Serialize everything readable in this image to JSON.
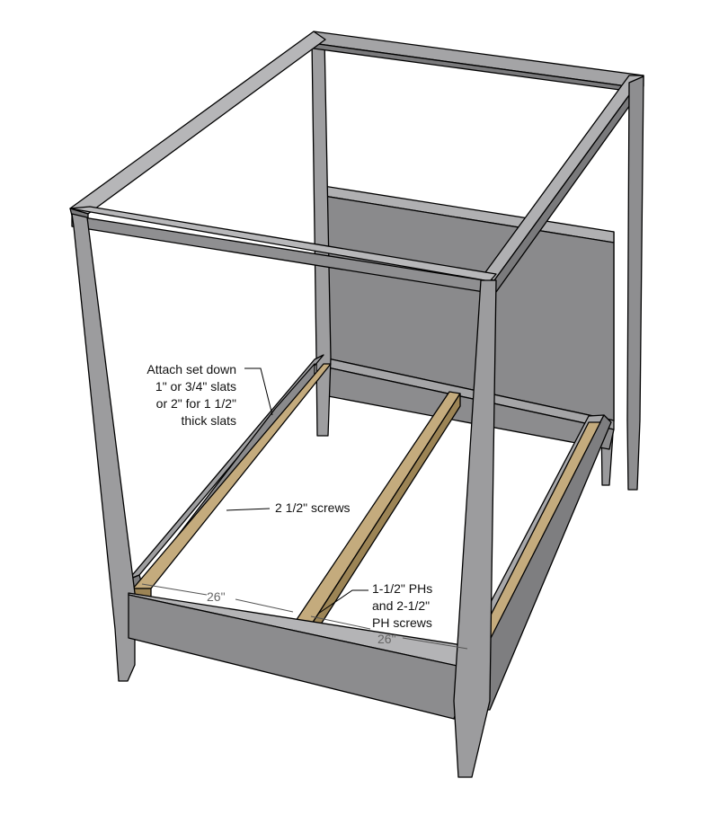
{
  "annotations": {
    "set_down": [
      "Attach set down",
      "1\" or 3/4\" slats",
      "or 2\" for 1 1/2\"",
      "thick slats"
    ],
    "screws": "2 1/2\" screws",
    "pocket_holes": [
      "1-1/2\" PHs",
      "and 2-1/2\"",
      "PH screws"
    ]
  },
  "dimensions": {
    "spacing_left": "26\"",
    "spacing_right": "26\""
  },
  "colors": {
    "frame_light": "#a9a9ab",
    "frame_mid": "#8f8f91",
    "frame_dark": "#6e6e70",
    "headboard_panel": "#858587",
    "wood_top": "#c4ab7d",
    "wood_side": "#9c8455",
    "background": "#ffffff"
  }
}
